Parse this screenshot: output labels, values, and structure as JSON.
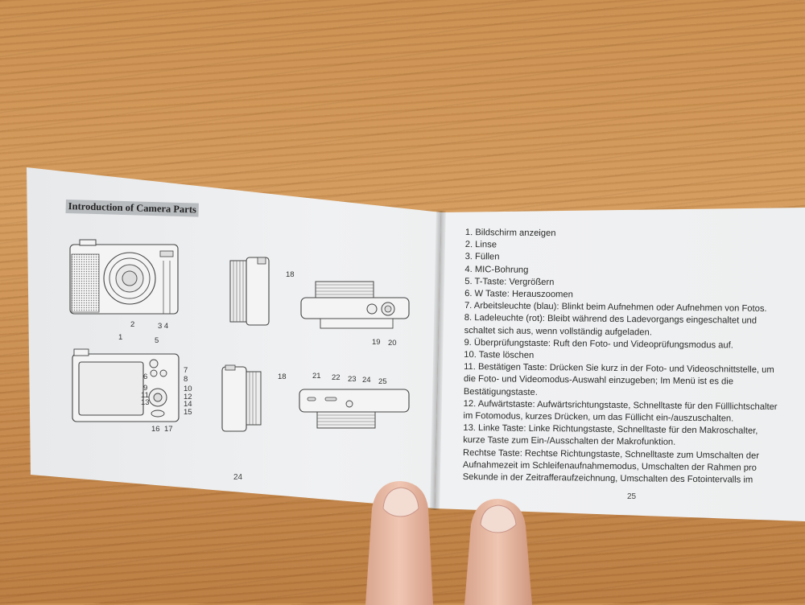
{
  "left_page": {
    "heading": "Introduction of Camera Parts",
    "page_number": "24",
    "callouts": {
      "c1": "1",
      "c2": "2",
      "c34": "3 4",
      "c5": "5",
      "c6": "6",
      "c7": "7",
      "c8": "8",
      "c9": "9",
      "c10": "10",
      "c11": "11",
      "c12": "12",
      "c13": "13",
      "c14": "14",
      "c15": "15",
      "c16": "16",
      "c17": "17",
      "c18a": "18",
      "c18b": "18",
      "c19": "19",
      "c20": "20",
      "c21": "21",
      "c22": "22",
      "c23": "23",
      "c24": "24",
      "c25": "25"
    }
  },
  "right_page": {
    "page_number": "25",
    "lines": [
      "1. Bildschirm anzeigen",
      "2. Linse",
      "3. Füllen",
      "4. MIC-Bohrung",
      "5. T-Taste: Vergrößern",
      "6. W Taste: Herauszoomen",
      "7. Arbeitsleuchte (blau): Blinkt beim Aufnehmen oder Aufnehmen von Fotos.",
      "8. Ladeleuchte (rot): Bleibt während des Ladevorgangs eingeschaltet und",
      "schaltet sich aus, wenn vollständig aufgeladen.",
      "9. Überprüfungstaste: Ruft den Foto- und Videoprüfungsmodus auf.",
      "10. Taste löschen",
      "11. Bestätigen Taste: Drücken Sie kurz in der Foto- und Videoschnittstelle, um",
      "die Foto- und Videomodus-Auswahl einzugeben; Im Menü ist es die",
      "Bestätigungstaste.",
      "12. Aufwärtstaste: Aufwärtsrichtungstaste, Schnelltaste für den Fülllichtschalter",
      "im Fotomodus, kurzes Drücken, um das Füllicht ein-/auszuschalten.",
      "13. Linke Taste: Linke Richtungstaste, Schnelltaste für den Makroschalter,",
      "kurze Taste zum Ein-/Ausschalten der Makrofunktion.",
      "Rechtse Taste: Rechtse Richtungstaste, Schnelltaste zum Umschalten der",
      "Aufnahmezeit im Schleifenaufnahmemodus, Umschalten der Rahmen pro",
      "Sekunde in der Zeitrafferaufzeichnung, Umschalten des Fotointervalls im"
    ]
  }
}
